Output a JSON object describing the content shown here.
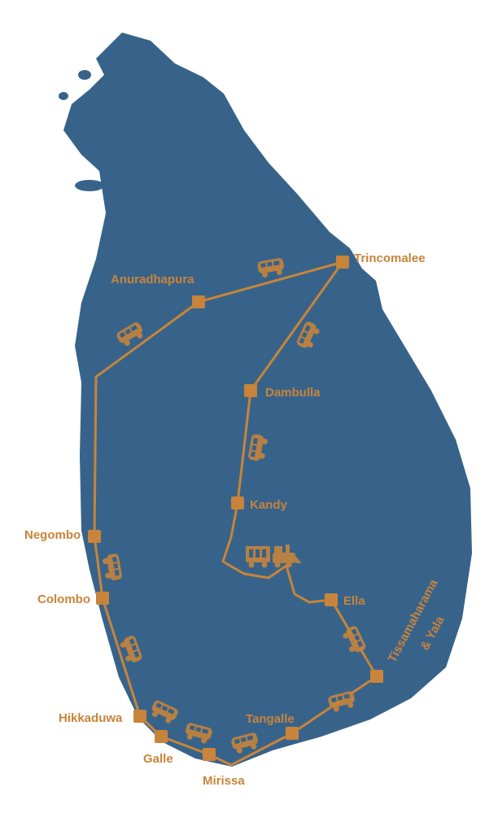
{
  "map": {
    "colors": {
      "land": "#37638a",
      "route": "#c8843a",
      "background": "#ffffff"
    },
    "stops": [
      {
        "id": "trincomalee",
        "label": "Trincomalee"
      },
      {
        "id": "anuradhapura",
        "label": "Anuradhapura"
      },
      {
        "id": "dambulla",
        "label": "Dambulla"
      },
      {
        "id": "kandy",
        "label": "Kandy"
      },
      {
        "id": "ella",
        "label": "Ella"
      },
      {
        "id": "tissamaharama",
        "label": "Tissamaharama",
        "label2": "& Yala"
      },
      {
        "id": "tangalle",
        "label": "Tangalle"
      },
      {
        "id": "mirissa",
        "label": "Mirissa"
      },
      {
        "id": "galle",
        "label": "Galle"
      },
      {
        "id": "hikkaduwa",
        "label": "Hikkaduwa"
      },
      {
        "id": "colombo",
        "label": "Colombo"
      },
      {
        "id": "negombo",
        "label": "Negombo"
      }
    ],
    "transport_icons": [
      "van-icon",
      "train-icon"
    ]
  }
}
